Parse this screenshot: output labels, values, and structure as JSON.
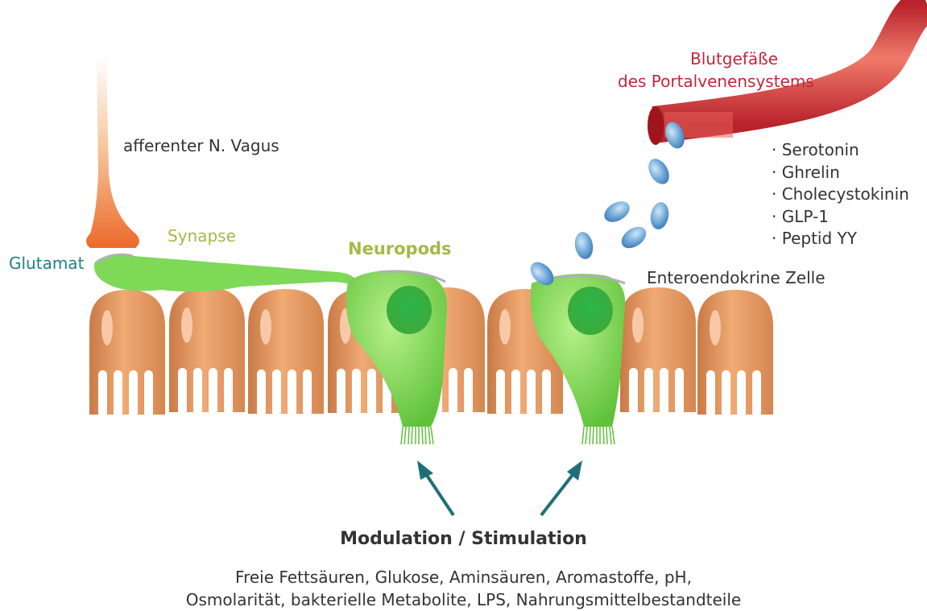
{
  "labels": {
    "vagus": "afferenter N. Vagus",
    "synapse": "Synapse",
    "glutamat": "Glutamat",
    "neuropods": "Neuropods",
    "vessel_line1": "Blutgefäße",
    "vessel_line2": "des Portalvenensystems",
    "enteroendocrine": "Enteroendokrine Zelle"
  },
  "hormones": [
    "· Serotonin",
    "· Ghrelin",
    "· Cholecystokinin",
    "· GLP-1",
    "· Peptid YY"
  ],
  "modulation": {
    "heading": "Modulation / Stimulation",
    "line1": "Freie Fettsäuren, Glukose, Aminsäuren, Aromastoffe, pH,",
    "line2": "Osmolarität, bakterielle Metabolite, LPS, Nahrungsmittelbestandteile"
  },
  "colors": {
    "epithelium": "#e49a66",
    "neuropod": "#7ed957",
    "nerve": "#ef7a3a",
    "vessel": "#d63b3b",
    "hormone": "#6ea8d8",
    "arrow": "#1f6f78"
  }
}
